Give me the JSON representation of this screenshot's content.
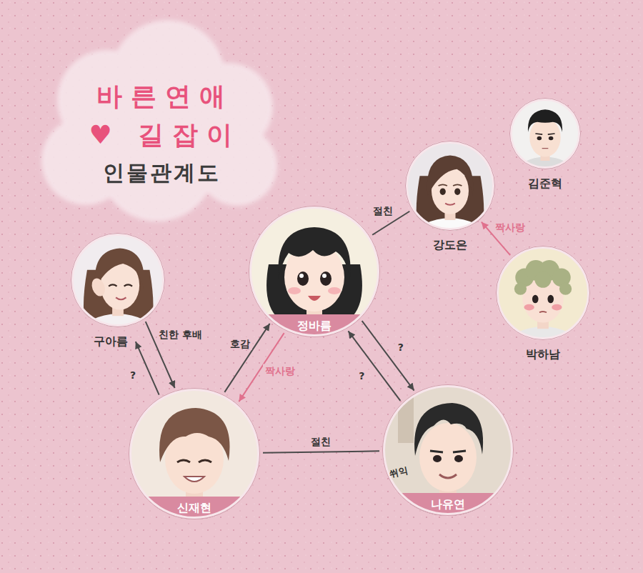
{
  "diagram": {
    "title": "바른연애 ♥ 길잡이",
    "caption": "인물관계도",
    "nodes": [
      {
        "text": [
          "김준혁"
        ]
      },
      {
        "text": [
          "강도은"
        ]
      },
      {
        "text": [
          "정바름"
        ]
      },
      {
        "text": [
          "구아름"
        ]
      },
      {
        "text": [
          "박하남"
        ]
      },
      {
        "text": [
          "신재현"
        ]
      },
      {
        "text": [
          "나유연"
        ]
      }
    ],
    "edges": [
      {
        "from": 2,
        "to": 1,
        "label": "절친",
        "arrow": "none"
      },
      {
        "from": 4,
        "to": 1,
        "label": "짝사랑",
        "arrow": "to"
      },
      {
        "from": 5,
        "to": 3,
        "label": "?",
        "arrow": "to"
      },
      {
        "from": 3,
        "to": 5,
        "label": "친한 후배",
        "arrow": "to"
      },
      {
        "from": 5,
        "to": 2,
        "label": "호감",
        "arrow": "to"
      },
      {
        "from": 2,
        "to": 5,
        "label": "짝사랑",
        "arrow": "to"
      },
      {
        "from": 6,
        "to": 2,
        "label": "?",
        "arrow": "to"
      },
      {
        "from": 2,
        "to": 6,
        "label": "?",
        "arrow": "to"
      },
      {
        "from": 5,
        "to": 6,
        "label": "절친",
        "arrow": "none"
      }
    ],
    "labels": [
      "쒸익"
    ]
  }
}
